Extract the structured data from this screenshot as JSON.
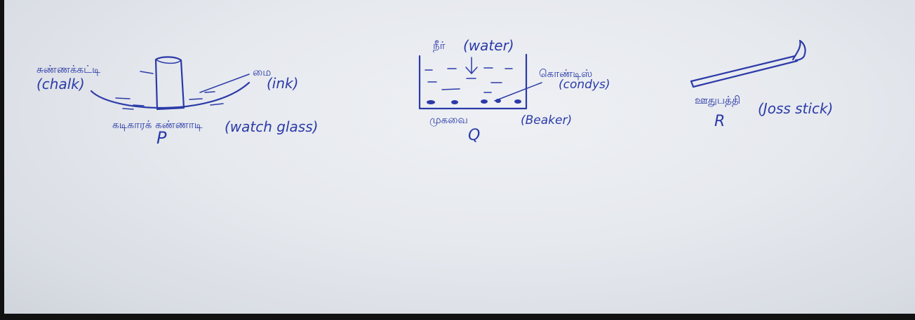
{
  "figure_p": {
    "label_chalk_en": "(chalk)",
    "label_ink_en": "(ink)",
    "label_watch_glass_en": "(watch glass)",
    "id_letter": "P",
    "label_chalk_ta": "சுண்ணக்கட்டி",
    "label_ink_ta": "மை",
    "label_watch_glass_ta": "கடிகாரக் கண்ணாடி"
  },
  "figure_q": {
    "label_water_en": "(water)",
    "label_candys_en": "(condys)",
    "label_beaker_en": "(Beaker)",
    "id_letter": "Q",
    "label_water_ta": "நீர்",
    "label_candys_ta": "கொண்டிஸ்",
    "label_beaker_ta": "முகவை"
  },
  "figure_r": {
    "label_joss_stick_en": "(Joss stick)",
    "id_letter": "R",
    "label_joss_stick_ta": "ஊதுபத்தி"
  },
  "colors": {
    "ink": "#2b3aa8",
    "paper": "#e6e9ee"
  }
}
